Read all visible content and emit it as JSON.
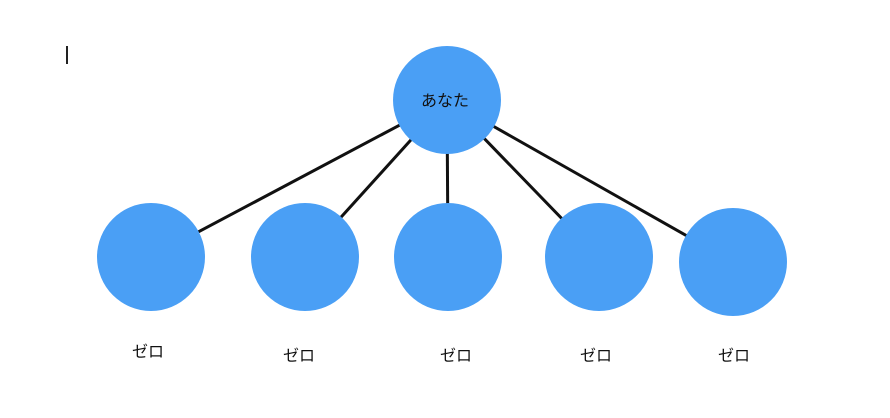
{
  "diagram": {
    "root": {
      "label": "あなた"
    },
    "children": [
      {
        "label": "ゼロ"
      },
      {
        "label": "ゼロ"
      },
      {
        "label": "ゼロ"
      },
      {
        "label": "ゼロ"
      },
      {
        "label": "ゼロ"
      }
    ],
    "colors": {
      "node_fill": "#4a9ff5",
      "edge": "#111111",
      "text": "#111111"
    }
  }
}
